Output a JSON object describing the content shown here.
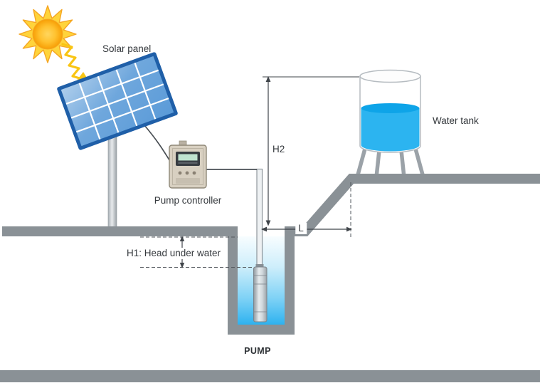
{
  "diagram": {
    "labels": {
      "solar_panel": "Solar panel",
      "pump_controller": "Pump controller",
      "water_tank": "Water tank",
      "h2": "H2",
      "l": "L",
      "h1": "H1: Head under water",
      "pump": "PUMP"
    },
    "colors": {
      "ground": "#8a9196",
      "water": "#2cb4f0",
      "water_dark": "#0ea4e8",
      "panel_cells": "#5b9bd8",
      "panel_frame": "#1f5fa8",
      "sun": "#ffd43b",
      "sun_edge": "#f5a623",
      "controller_body": "#d8d0c1",
      "dimension_line": "#3f4449"
    }
  }
}
